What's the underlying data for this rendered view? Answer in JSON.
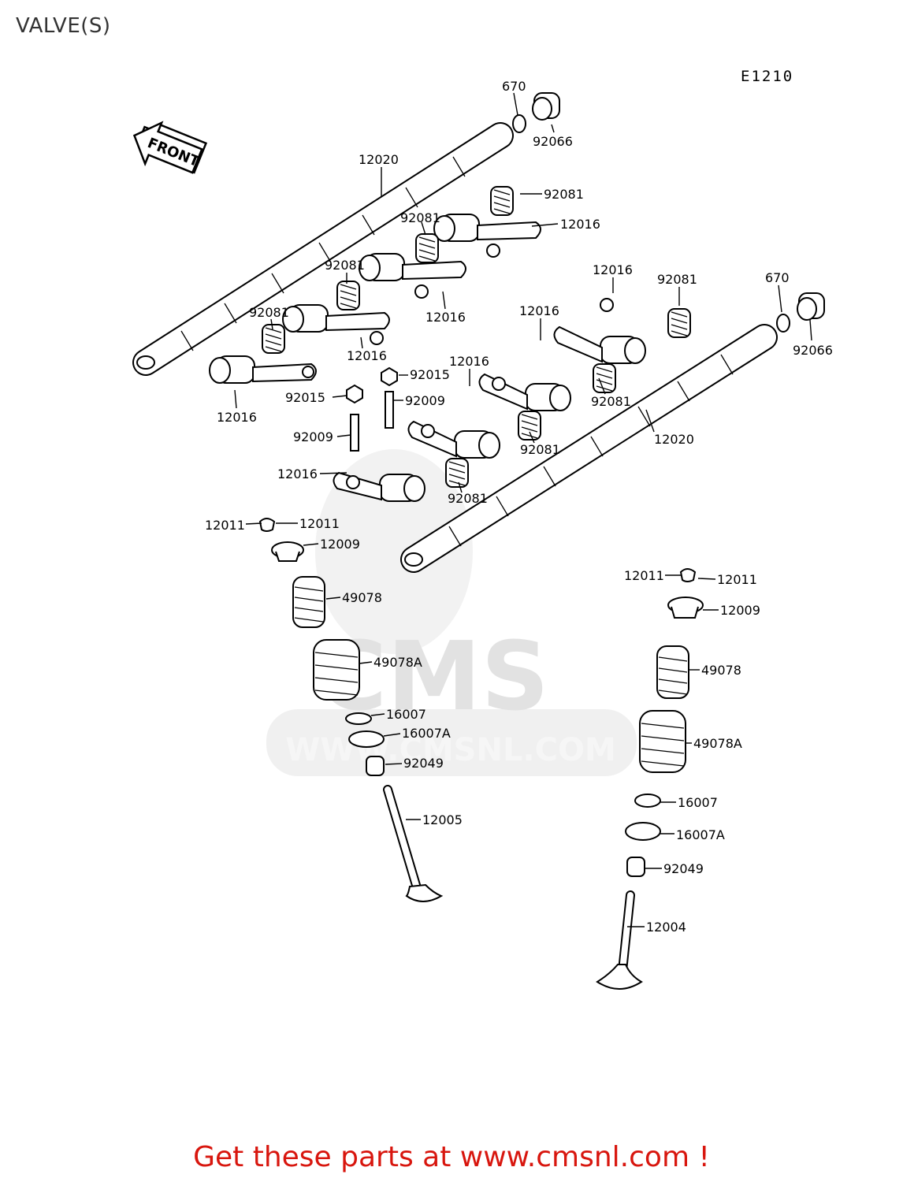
{
  "page": {
    "title": "VALVE(S)",
    "diagram_code": "E1210",
    "cta": "Get these parts at www.cmsnl.com !",
    "front_arrow_text": "FRONT",
    "watermark": {
      "brand": "CMS",
      "url": "WWW.CMSNL.COM"
    }
  },
  "callouts": [
    {
      "id": "c1",
      "text": "670"
    },
    {
      "id": "c2",
      "text": "92066"
    },
    {
      "id": "c3",
      "text": "12020"
    },
    {
      "id": "c4",
      "text": "92081"
    },
    {
      "id": "c5",
      "text": "92081"
    },
    {
      "id": "c6",
      "text": "12016"
    },
    {
      "id": "c7",
      "text": "92081"
    },
    {
      "id": "c8",
      "text": "12016"
    },
    {
      "id": "c9",
      "text": "92081"
    },
    {
      "id": "c10",
      "text": "12016"
    },
    {
      "id": "c11",
      "text": "12016"
    },
    {
      "id": "c12",
      "text": "12016"
    },
    {
      "id": "c13",
      "text": "92081"
    },
    {
      "id": "c14",
      "text": "670"
    },
    {
      "id": "c15",
      "text": "92066"
    },
    {
      "id": "c16",
      "text": "12016"
    },
    {
      "id": "c17",
      "text": "92015"
    },
    {
      "id": "c18",
      "text": "92015"
    },
    {
      "id": "c19",
      "text": "92009"
    },
    {
      "id": "c20",
      "text": "92009"
    },
    {
      "id": "c21",
      "text": "12016"
    },
    {
      "id": "c22",
      "text": "92081"
    },
    {
      "id": "c23",
      "text": "92081"
    },
    {
      "id": "c24",
      "text": "12020"
    },
    {
      "id": "c25",
      "text": "12016"
    },
    {
      "id": "c26",
      "text": "92081"
    },
    {
      "id": "c27",
      "text": "12011"
    },
    {
      "id": "c28",
      "text": "12011"
    },
    {
      "id": "c29",
      "text": "12009"
    },
    {
      "id": "c30",
      "text": "49078"
    },
    {
      "id": "c31",
      "text": "49078A"
    },
    {
      "id": "c32",
      "text": "16007"
    },
    {
      "id": "c33",
      "text": "16007A"
    },
    {
      "id": "c34",
      "text": "92049"
    },
    {
      "id": "c35",
      "text": "12005"
    },
    {
      "id": "c36",
      "text": "12011"
    },
    {
      "id": "c37",
      "text": "12011"
    },
    {
      "id": "c38",
      "text": "12009"
    },
    {
      "id": "c39",
      "text": "49078"
    },
    {
      "id": "c40",
      "text": "49078A"
    },
    {
      "id": "c41",
      "text": "16007"
    },
    {
      "id": "c42",
      "text": "16007A"
    },
    {
      "id": "c43",
      "text": "92049"
    },
    {
      "id": "c44",
      "text": "12004"
    }
  ]
}
